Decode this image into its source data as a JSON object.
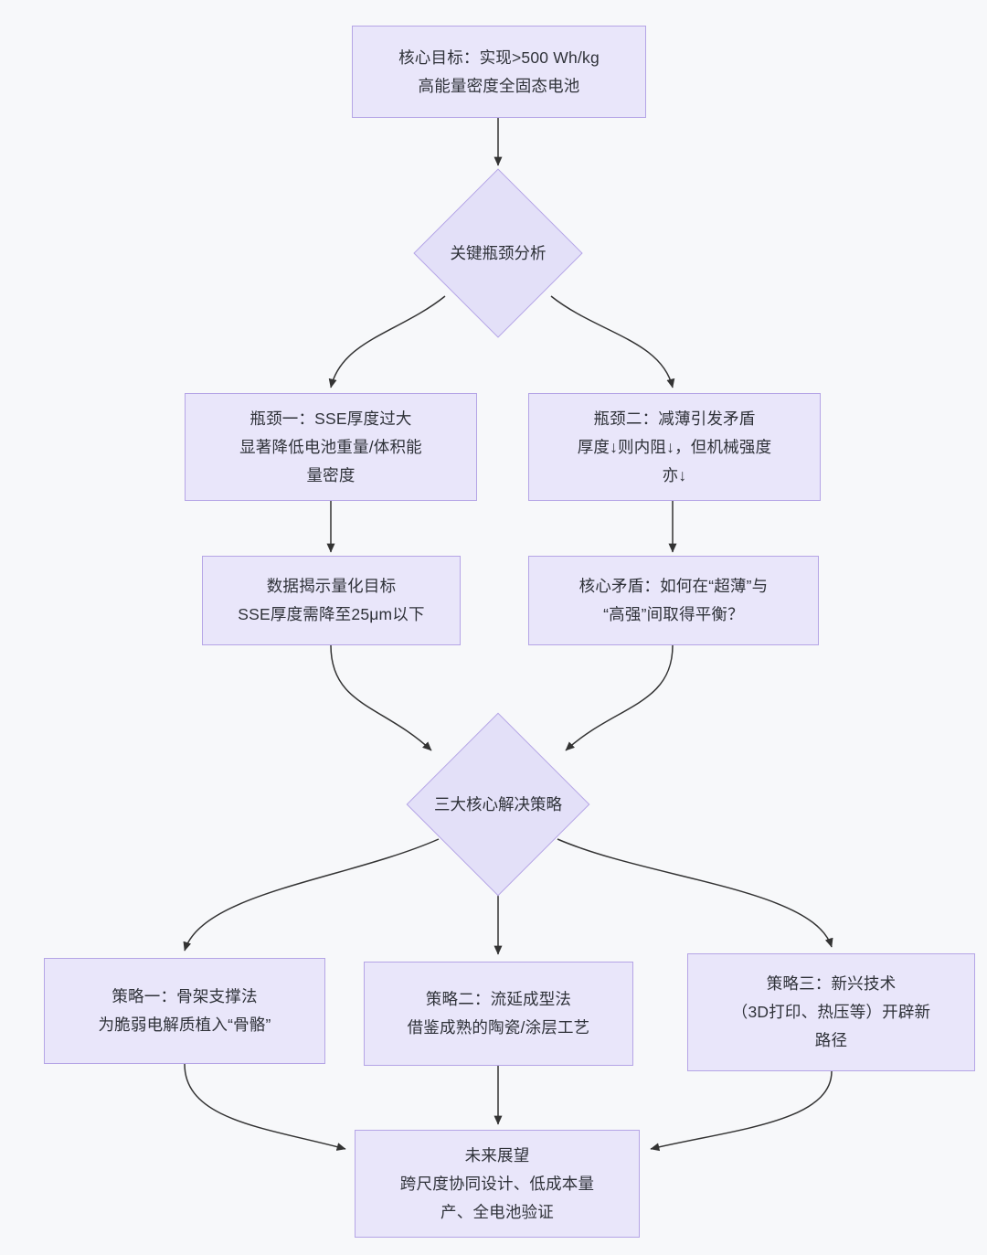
{
  "diagram": {
    "type": "flowchart",
    "title_node": "goal",
    "background_color": "#f7f8fa",
    "node_fill_color": "#e9e6fa",
    "node_border_color": "#b5a5e6",
    "node_text_color": "#2f3239",
    "edge_color": "#333333",
    "nodes": {
      "goal": "核心目标：实现>500 Wh/kg\n高能量密度全固态电池",
      "analysis": "关键瓶颈分析",
      "bottleneck1": "瓶颈一：SSE厚度过大\n显著降低电池重量/体积能\n量密度",
      "bottleneck2": "瓶颈二：减薄引发矛盾\n厚度↓则内阻↓，但机械强度\n亦↓",
      "quant_target": "数据揭示量化目标\nSSE厚度需降至25μm以下",
      "core_conflict": "核心矛盾：如何在“超薄”与\n“高强”间取得平衡？",
      "strategies": "三大核心解决策略",
      "strategy1": "策略一：骨架支撑法\n为脆弱电解质植入“骨骼”",
      "strategy2": "策略二：流延成型法\n借鉴成熟的陶瓷/涂层工艺",
      "strategy3": "策略三：新兴技术\n（3D打印、热压等）开辟新\n路径",
      "outlook": "未来展望\n跨尺度协同设计、低成本量\n产、全电池验证"
    },
    "edges": [
      {
        "from": "goal",
        "to": "analysis"
      },
      {
        "from": "analysis",
        "to": "bottleneck1"
      },
      {
        "from": "analysis",
        "to": "bottleneck2"
      },
      {
        "from": "bottleneck1",
        "to": "quant_target"
      },
      {
        "from": "bottleneck2",
        "to": "core_conflict"
      },
      {
        "from": "quant_target",
        "to": "strategies"
      },
      {
        "from": "core_conflict",
        "to": "strategies"
      },
      {
        "from": "strategies",
        "to": "strategy1"
      },
      {
        "from": "strategies",
        "to": "strategy2"
      },
      {
        "from": "strategies",
        "to": "strategy3"
      },
      {
        "from": "strategy1",
        "to": "outlook"
      },
      {
        "from": "strategy2",
        "to": "outlook"
      },
      {
        "from": "strategy3",
        "to": "outlook"
      }
    ]
  }
}
